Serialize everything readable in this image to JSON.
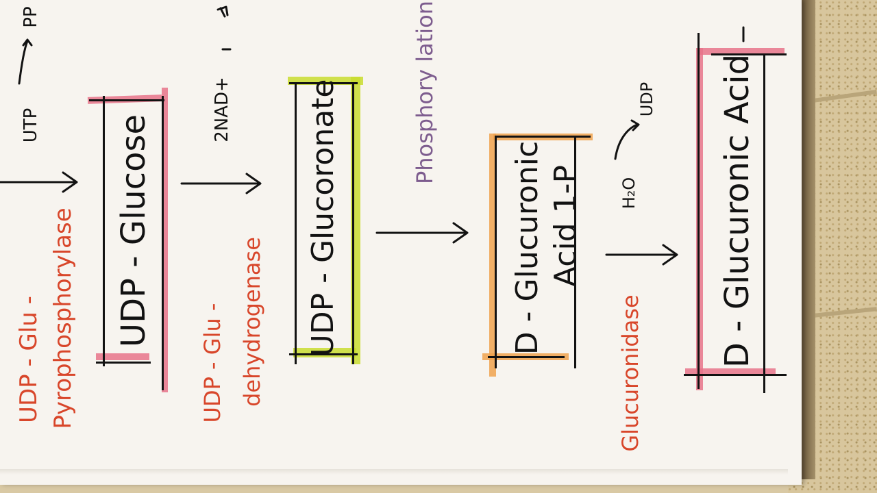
{
  "pathway": {
    "udp_glucose": "UDP - Glucose",
    "udp_glucoronate": "UDP - Glucoronate",
    "d_glucuronic_1p_line1": "D - Glucuronic",
    "d_glucuronic_1p_line2": "Acid 1-P",
    "d_glucuronic_acid": "D - Glucuronic   Acid"
  },
  "enzymes": {
    "pyrophosphorylase_line1": "UDP - Glu -",
    "pyrophosphorylase_line2": "Pyrophosphorylase",
    "dehydrogenase_line1": "UDP - Glu -",
    "dehydrogenase_line2": "dehydrogenase",
    "glucuronidase": "Glucuronidase"
  },
  "cofactors": {
    "utp": "UTP",
    "ppi": "PP",
    "nad": "2NAD+",
    "phosphorylation": "Phosphory lation",
    "h2o": "H₂O",
    "udp": "UDP"
  },
  "colors": {
    "ink": "#121212",
    "enzyme_red": "#d8462a",
    "phosphorylation_purple": "#7d5c8e",
    "highlight_pink": "#e8738a",
    "highlight_green": "#c9dc2f",
    "highlight_orange": "#f0a24e"
  }
}
